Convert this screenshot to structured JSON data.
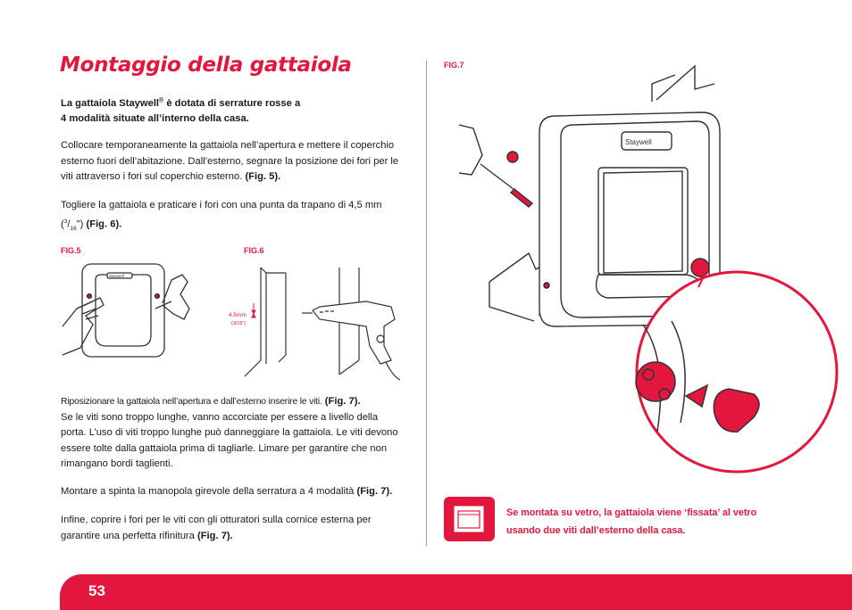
{
  "title": "Montaggio della gattaiola",
  "intro": {
    "line1_a": "La gattaiola Staywell",
    "line1_sup": "®",
    "line1_b": " è dotata di serrature rosse a",
    "line2": "4 modalità situate all’interno della casa."
  },
  "p1": {
    "text": "Collocare temporaneamente la gattaiola nell’apertura e mettere il coperchio esterno fuori dell’abitazione. Dall’esterno, segnare la posizione dei fori per le viti attraverso i fori sul coperchio esterno.",
    "ref": "(Fig. 5)."
  },
  "p2": {
    "text": "Togliere la gattaiola e praticare i fori con una punta da trapano di 4,5 mm",
    "frac_open": "(",
    "frac_num": "3",
    "frac_slash": "/",
    "frac_den": "16",
    "frac_close": "\")",
    "ref": "(Fig. 6)."
  },
  "fig5": {
    "label": "FIG.5",
    "brand": "Staywell"
  },
  "fig6": {
    "label": "FIG.6",
    "dim_text": "4.5mm",
    "dim_frac": "(3/16\")"
  },
  "fig7": {
    "label": "FIG.7",
    "brand": "Staywell"
  },
  "p3": {
    "text_a": "Riposizionare la gattaiola nell’apertura e dall’esterno inserire le viti.",
    "ref": "(Fig. 7).",
    "text_b": "Se le viti sono troppo lunghe, vanno accorciate per essere a livello della porta. L’uso di viti troppo lunghe può danneggiare la gattaiola. Le viti devono essere tolte dalla gattaiola prima di tagliarle. Limare per garantire che non rimangano bordi taglienti."
  },
  "p4": {
    "text": "Montare a spinta la manopola girevole della serratura a 4 modalità",
    "ref": "(Fig. 7)."
  },
  "p5": {
    "text": "Infine, coprire i fori per le viti con gli otturatori sulla cornice esterna per garantire una perfetta rifinitura",
    "ref": "(Fig. 7)."
  },
  "note": {
    "line1": "Se montata su vetro, la gattaiola viene ‘fissata’ al vetro",
    "line2": "usando due viti dall’esterno della casa."
  },
  "page_number": "53",
  "colors": {
    "accent": "#e3173e",
    "line": "#333333",
    "body_text": "#1a1a1a"
  },
  "icons": {
    "note": "window-pane-icon"
  }
}
